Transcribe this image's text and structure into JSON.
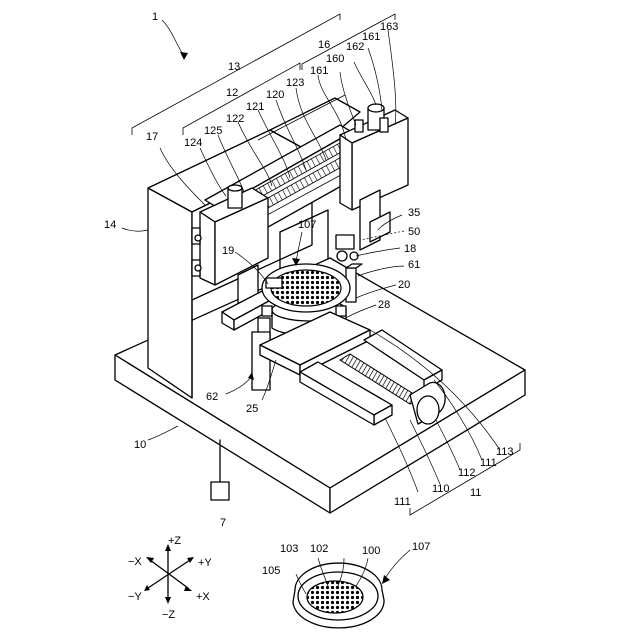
{
  "figure": {
    "labels": {
      "l1": "1",
      "l13": "13",
      "l12": "12",
      "l16": "16",
      "l163": "163",
      "l162": "162",
      "l161a": "161",
      "l160": "160",
      "l161b": "161",
      "l123": "123",
      "l120": "120",
      "l121": "121",
      "l122": "122",
      "l125": "125",
      "l124": "124",
      "l17": "17",
      "l14": "14",
      "l107a": "107",
      "l19": "19",
      "l35": "35",
      "l50": "50",
      "l18": "18",
      "l61": "61",
      "l20": "20",
      "l28": "28",
      "l62": "62",
      "l25": "25",
      "l10": "10",
      "l113": "113",
      "l111a": "111",
      "l112": "112",
      "l110": "110",
      "l111b": "111",
      "l11": "11",
      "l7": "7",
      "l103": "103",
      "l102": "102",
      "l100": "100",
      "l107b": "107",
      "l105": "105"
    },
    "axes": {
      "pz": "+Z",
      "mx": "−X",
      "py": "+Y",
      "my": "−Y",
      "px": "+X",
      "mz": "−Z"
    }
  }
}
